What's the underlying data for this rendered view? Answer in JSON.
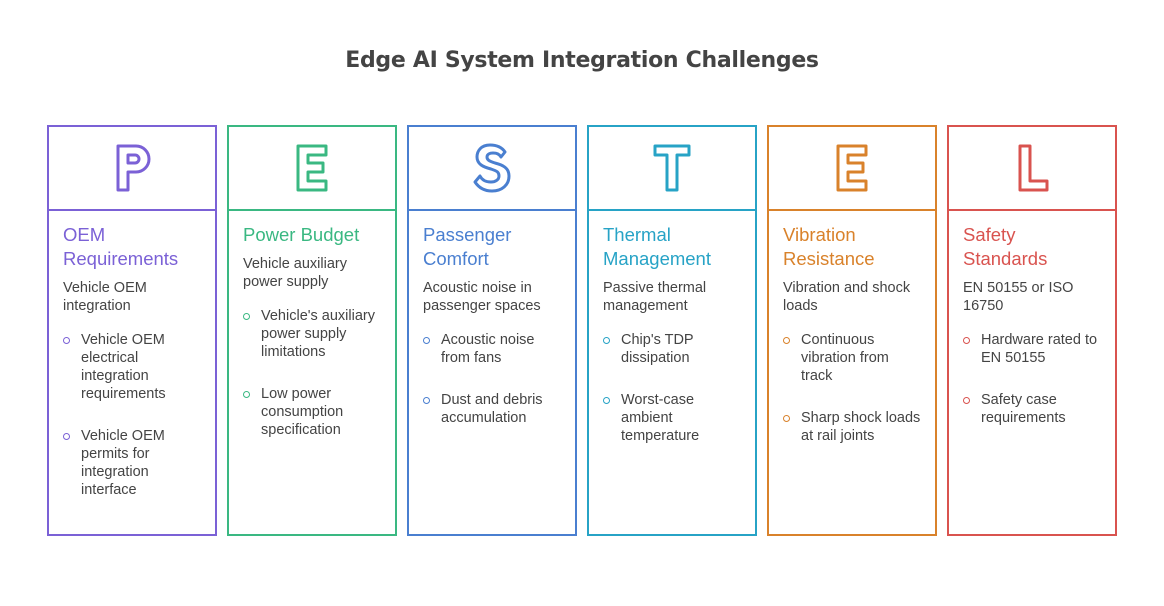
{
  "title": "Edge AI System Integration Challenges",
  "columns": [
    {
      "letter": "P",
      "color": "#7b61d6",
      "heading": "OEM Requirements",
      "sub": "Vehicle OEM integration",
      "bullets": [
        "Vehicle OEM electrical integration requirements",
        "Vehicle OEM permits for integration interface"
      ]
    },
    {
      "letter": "E",
      "color": "#3ab882",
      "heading": "Power Budget",
      "sub": "Vehicle auxiliary power supply",
      "bullets": [
        "Vehicle's auxiliary power supply limitations",
        "Low power consumption specification"
      ]
    },
    {
      "letter": "S",
      "color": "#4a7fd0",
      "heading": "Passenger Comfort",
      "sub": "Acoustic noise in passenger spaces",
      "bullets": [
        "Acoustic noise from fans",
        "Dust and debris accumulation"
      ]
    },
    {
      "letter": "T",
      "color": "#27a3c6",
      "heading": "Thermal Management",
      "sub": "Passive thermal management",
      "bullets": [
        "Chip's TDP dissipation",
        "Worst-case ambient temperature"
      ]
    },
    {
      "letter": "E",
      "color": "#d9822b",
      "heading": "Vibration Resistance",
      "sub": "Vibration and shock loads",
      "bullets": [
        "Continuous vibration from track",
        "Sharp shock loads at rail joints"
      ]
    },
    {
      "letter": "L",
      "color": "#d9534f",
      "heading": "Safety Standards",
      "sub": "EN 50155 or ISO 16750",
      "bullets": [
        "Hardware rated to EN 50155",
        "Safety case requirements"
      ]
    }
  ]
}
